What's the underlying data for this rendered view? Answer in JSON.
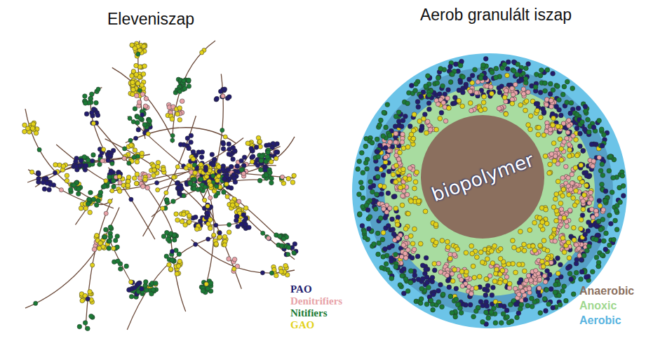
{
  "diagram": {
    "nodes": [
      {
        "text": [
          "biopolymer"
        ]
      }
    ],
    "edges": [],
    "labels": [
      "Eleveniszap",
      "Aerob granulált iszap"
    ],
    "legend": [
      {
        "text": "PAO",
        "color": "#221c6e"
      },
      {
        "text": "Denitrifiers",
        "color": "#e8a3a8"
      },
      {
        "text": "Nitifiers",
        "color": "#1b7a35"
      },
      {
        "text": "GAO",
        "color": "#e3d21a"
      },
      {
        "text": "Anaerobic",
        "color": "#8b6f5e"
      },
      {
        "text": "Anoxic",
        "color": "#9fd88f"
      },
      {
        "text": "Aerobic",
        "color": "#5ab4e0"
      }
    ]
  }
}
